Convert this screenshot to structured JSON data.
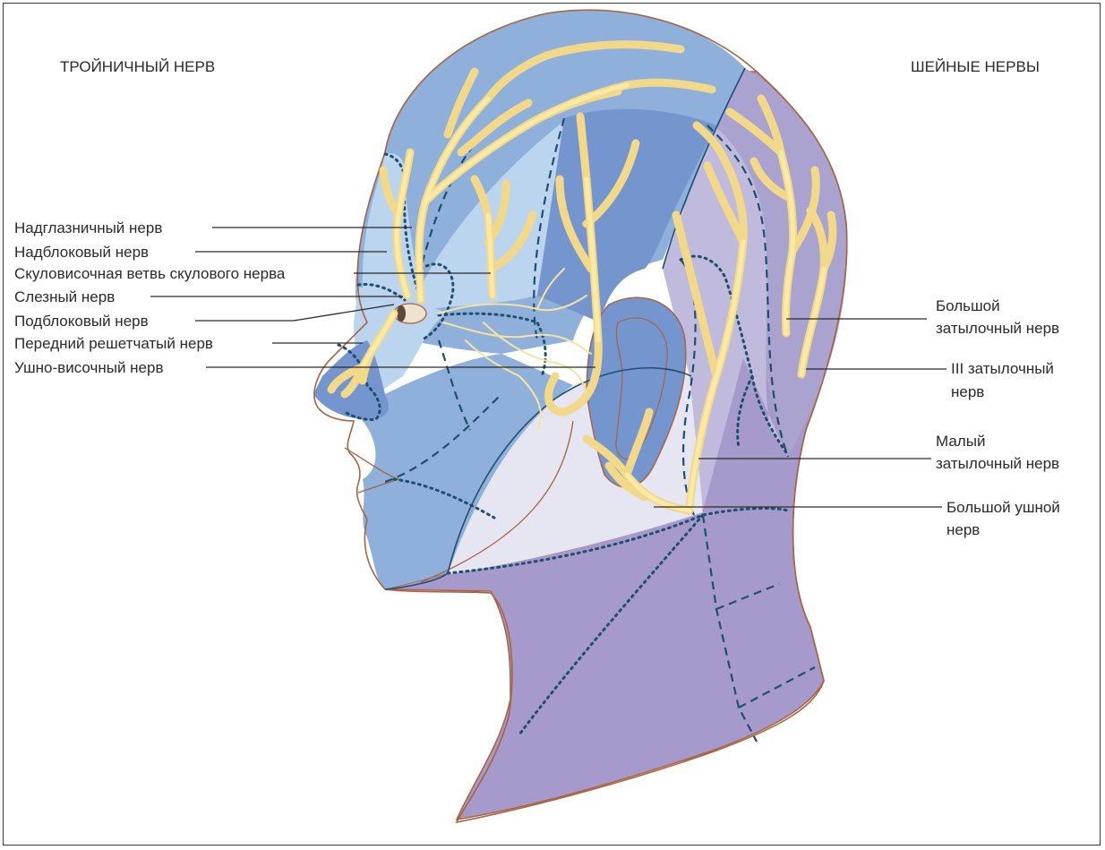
{
  "headings": {
    "left": "ТРОЙНИЧНЫЙ НЕРВ",
    "right": "ШЕЙНЫЕ НЕРВЫ"
  },
  "labels_left": [
    "Надглазничный нерв",
    "Надблоковый нерв",
    "Скуловисочная ветвь скулового нерва",
    "Слезный нерв",
    "Подблоковый нерв",
    "Передний решетчатый нерв",
    "Ушно-височный нерв"
  ],
  "labels_right": [
    {
      "line1": "Большой",
      "line2": "затылочный нерв"
    },
    {
      "line1": "III затылочный",
      "line2": "нерв"
    },
    {
      "line1": "Малый",
      "line2": "затылочный нерв"
    },
    {
      "line1": "Большой ушной",
      "line2": "нерв"
    }
  ],
  "colors": {
    "trigeminal_v1": "#8fb0da",
    "trigeminal_v1_light": "#bcd5ef",
    "trigeminal_v2": "#7495cd",
    "face_v3": "#8fb0da",
    "cervical": "#a59acb",
    "cervical_light": "#c0badd",
    "neck_light": "#e6e5f2",
    "nerve": "#f2d98a",
    "outline": "#a8633f",
    "boundary": "#1f4f6e"
  }
}
